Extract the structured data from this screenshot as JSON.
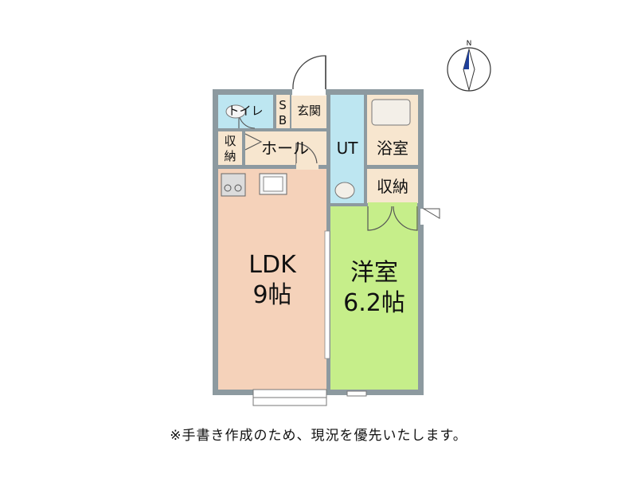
{
  "compass": {
    "label": "N"
  },
  "rooms": {
    "toilet": "トイレ",
    "sb_top": "S",
    "sb_bottom": "B",
    "entrance": "玄関",
    "storage_left_top": "収",
    "storage_left_bottom": "納",
    "hall": "ホール",
    "ut": "UT",
    "bathroom": "浴室",
    "storage_right": "収納",
    "ldk_name": "LDK",
    "ldk_size": "9帖",
    "western_name": "洋室",
    "western_size": "6.2帖"
  },
  "colors": {
    "ldk": "#f5d2ba",
    "western": "#c6ee8a",
    "wet": "#bde6f1",
    "wall": "#8d9aa0",
    "service": "#f7e6cf"
  },
  "note": "※手書き作成のため、現況を優先いたします。"
}
